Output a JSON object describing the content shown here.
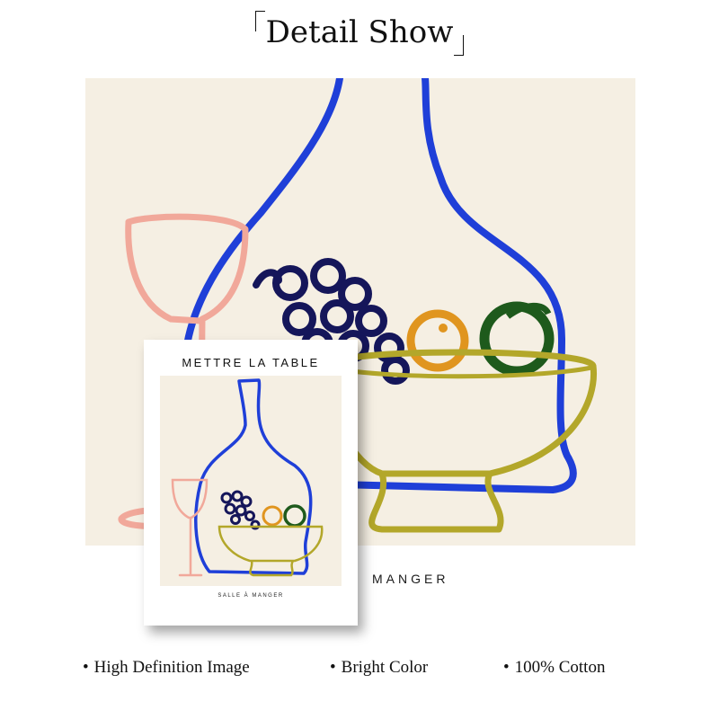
{
  "header": {
    "title": "Detail Show"
  },
  "artwork": {
    "title": "METTRE LA TABLE",
    "subtitle": "SALLE À MANGER",
    "background_label": "MANGER",
    "colors": {
      "background": "#f5efe3",
      "bottle": "#1f3fd8",
      "glass": "#f1a89a",
      "grapes": "#15165a",
      "orange": "#e0951f",
      "apple": "#1e5a1c",
      "bowl": "#b3a72a"
    }
  },
  "features": [
    {
      "bullet": "•",
      "label": "High Definition Image"
    },
    {
      "bullet": "•",
      "label": "Bright Color"
    },
    {
      "bullet": "•",
      "label": "100% Cotton"
    }
  ]
}
